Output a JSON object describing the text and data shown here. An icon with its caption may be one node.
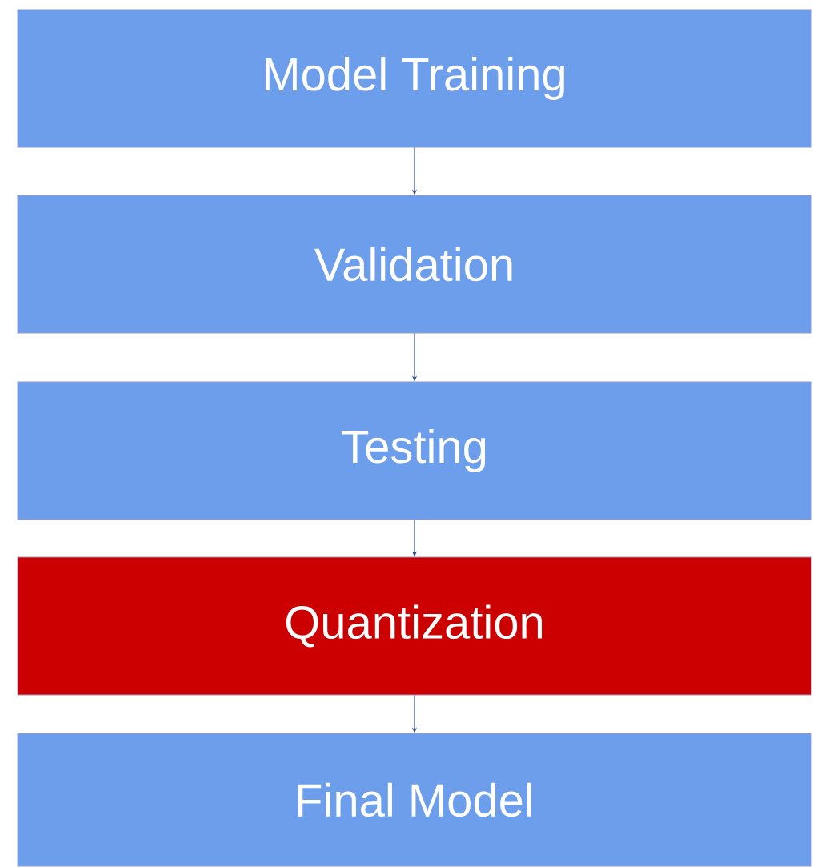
{
  "diagram": {
    "nodes": [
      {
        "text": [
          "Model Training"
        ]
      },
      {
        "text": [
          "Validation"
        ]
      },
      {
        "text": [
          "Testing"
        ]
      },
      {
        "text": [
          "Quantization"
        ]
      },
      {
        "text": [
          "Final Model"
        ]
      }
    ],
    "edges": [
      {
        "from": 0,
        "to": 1,
        "arrow": "to"
      },
      {
        "from": 1,
        "to": 2,
        "arrow": "to"
      },
      {
        "from": 2,
        "to": 3,
        "arrow": "to"
      },
      {
        "from": 3,
        "to": 4,
        "arrow": "to"
      }
    ]
  }
}
